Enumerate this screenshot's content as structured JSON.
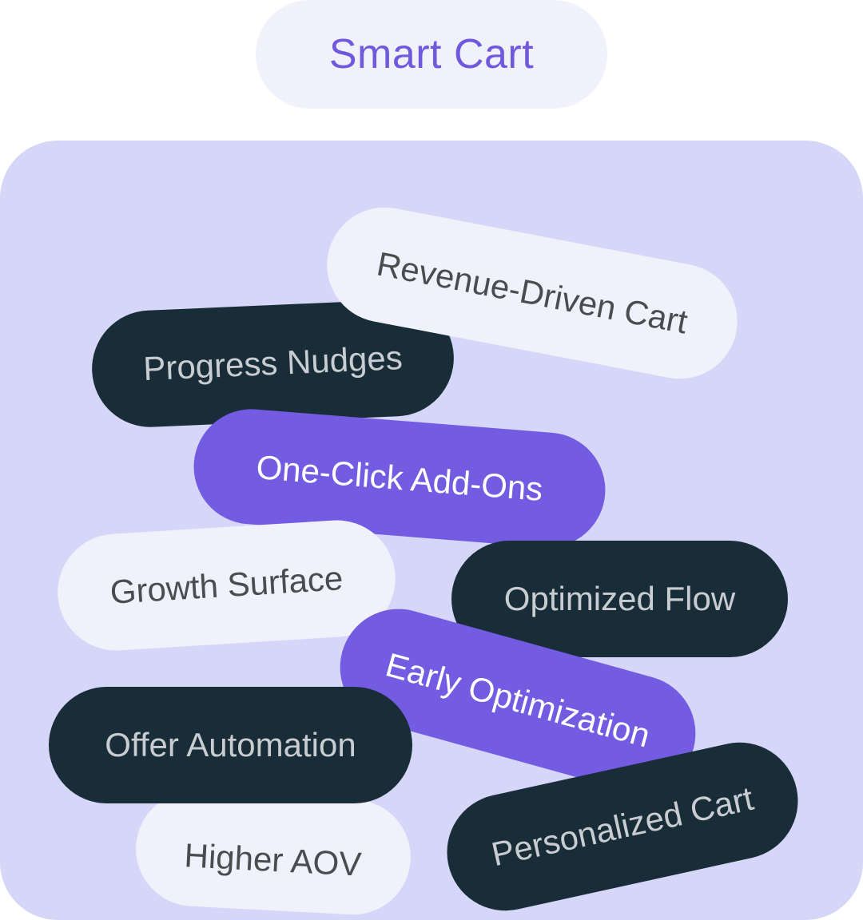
{
  "header": {
    "title": "Smart Cart"
  },
  "colors": {
    "accent": "#735be2",
    "title_text": "#6f5ade",
    "panel_bg": "#d6d6f8",
    "dark_pill": "#182d37",
    "light_pill": "#f1f1fb"
  },
  "tags": [
    {
      "label": "Revenue-Driven Cart",
      "style": "light"
    },
    {
      "label": "Progress Nudges",
      "style": "dark"
    },
    {
      "label": "One-Click Add-Ons",
      "style": "purple"
    },
    {
      "label": "Growth Surface",
      "style": "light"
    },
    {
      "label": "Optimized Flow",
      "style": "dark"
    },
    {
      "label": "Early Optimization",
      "style": "purple"
    },
    {
      "label": "Offer Automation",
      "style": "dark"
    },
    {
      "label": "Higher AOV",
      "style": "light"
    },
    {
      "label": "Personalized Cart",
      "style": "dark"
    }
  ]
}
